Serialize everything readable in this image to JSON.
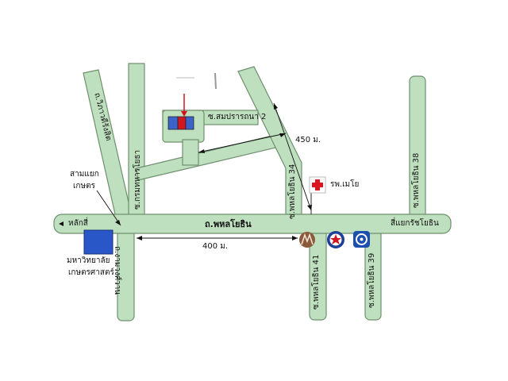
{
  "labels": {
    "main_road": "ถ.พหลโยธิน",
    "soi_sampradana": "ซ.สมปรารถนา 2",
    "distance_450": "450 ม.",
    "distance_400": "400 ม.",
    "hospital": "รพ.เมโย",
    "sam_yaek_line1": "สามแยก",
    "sam_yaek_line2": "เกษตร",
    "lak_si": "หลักสี่",
    "sie_yaek": "สี่แยกรัชโยธิน",
    "university_line1": "มหาวิทยาลัย",
    "university_line2": "เกษตรศาสตร์",
    "road_ngam_wong_wan": "ถ.งามวงศ์วาน",
    "road_vibhavadi": "ถ.วิภาวดีรังสิต",
    "soi_kamphaeng": "ซ.กรมทหารโยธา",
    "soi_phahon_34": "ซ.พหลโยธิน 34",
    "soi_phahon_38": "ซ.พหลโยธิน 38",
    "soi_phahon_41": "ซ.พหลโยธิน 41",
    "soi_phahon_39": "ซ.พหลโยธิน 39"
  },
  "colors": {
    "road_fill": "#bfe0bf",
    "road_edge": "#6f8f6f",
    "hospital_cross": "#e0141e",
    "target_building": "#d0161e",
    "arrow": "#d0161e",
    "university_block": "#2a57c8"
  },
  "icons": [
    "hospital-cross-icon",
    "bank-logo-icon",
    "fuel-station-icon",
    "bank-shield-icon"
  ]
}
